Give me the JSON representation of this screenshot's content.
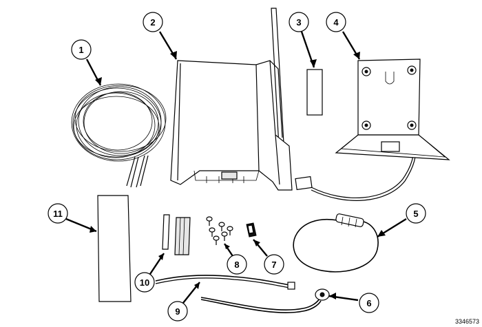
{
  "figure_id": "3346573",
  "callouts": [
    {
      "label": "1"
    },
    {
      "label": "2"
    },
    {
      "label": "3"
    },
    {
      "label": "4"
    },
    {
      "label": "5"
    },
    {
      "label": "6"
    },
    {
      "label": "7"
    },
    {
      "label": "8"
    },
    {
      "label": "9"
    },
    {
      "label": "10"
    },
    {
      "label": "11"
    }
  ]
}
